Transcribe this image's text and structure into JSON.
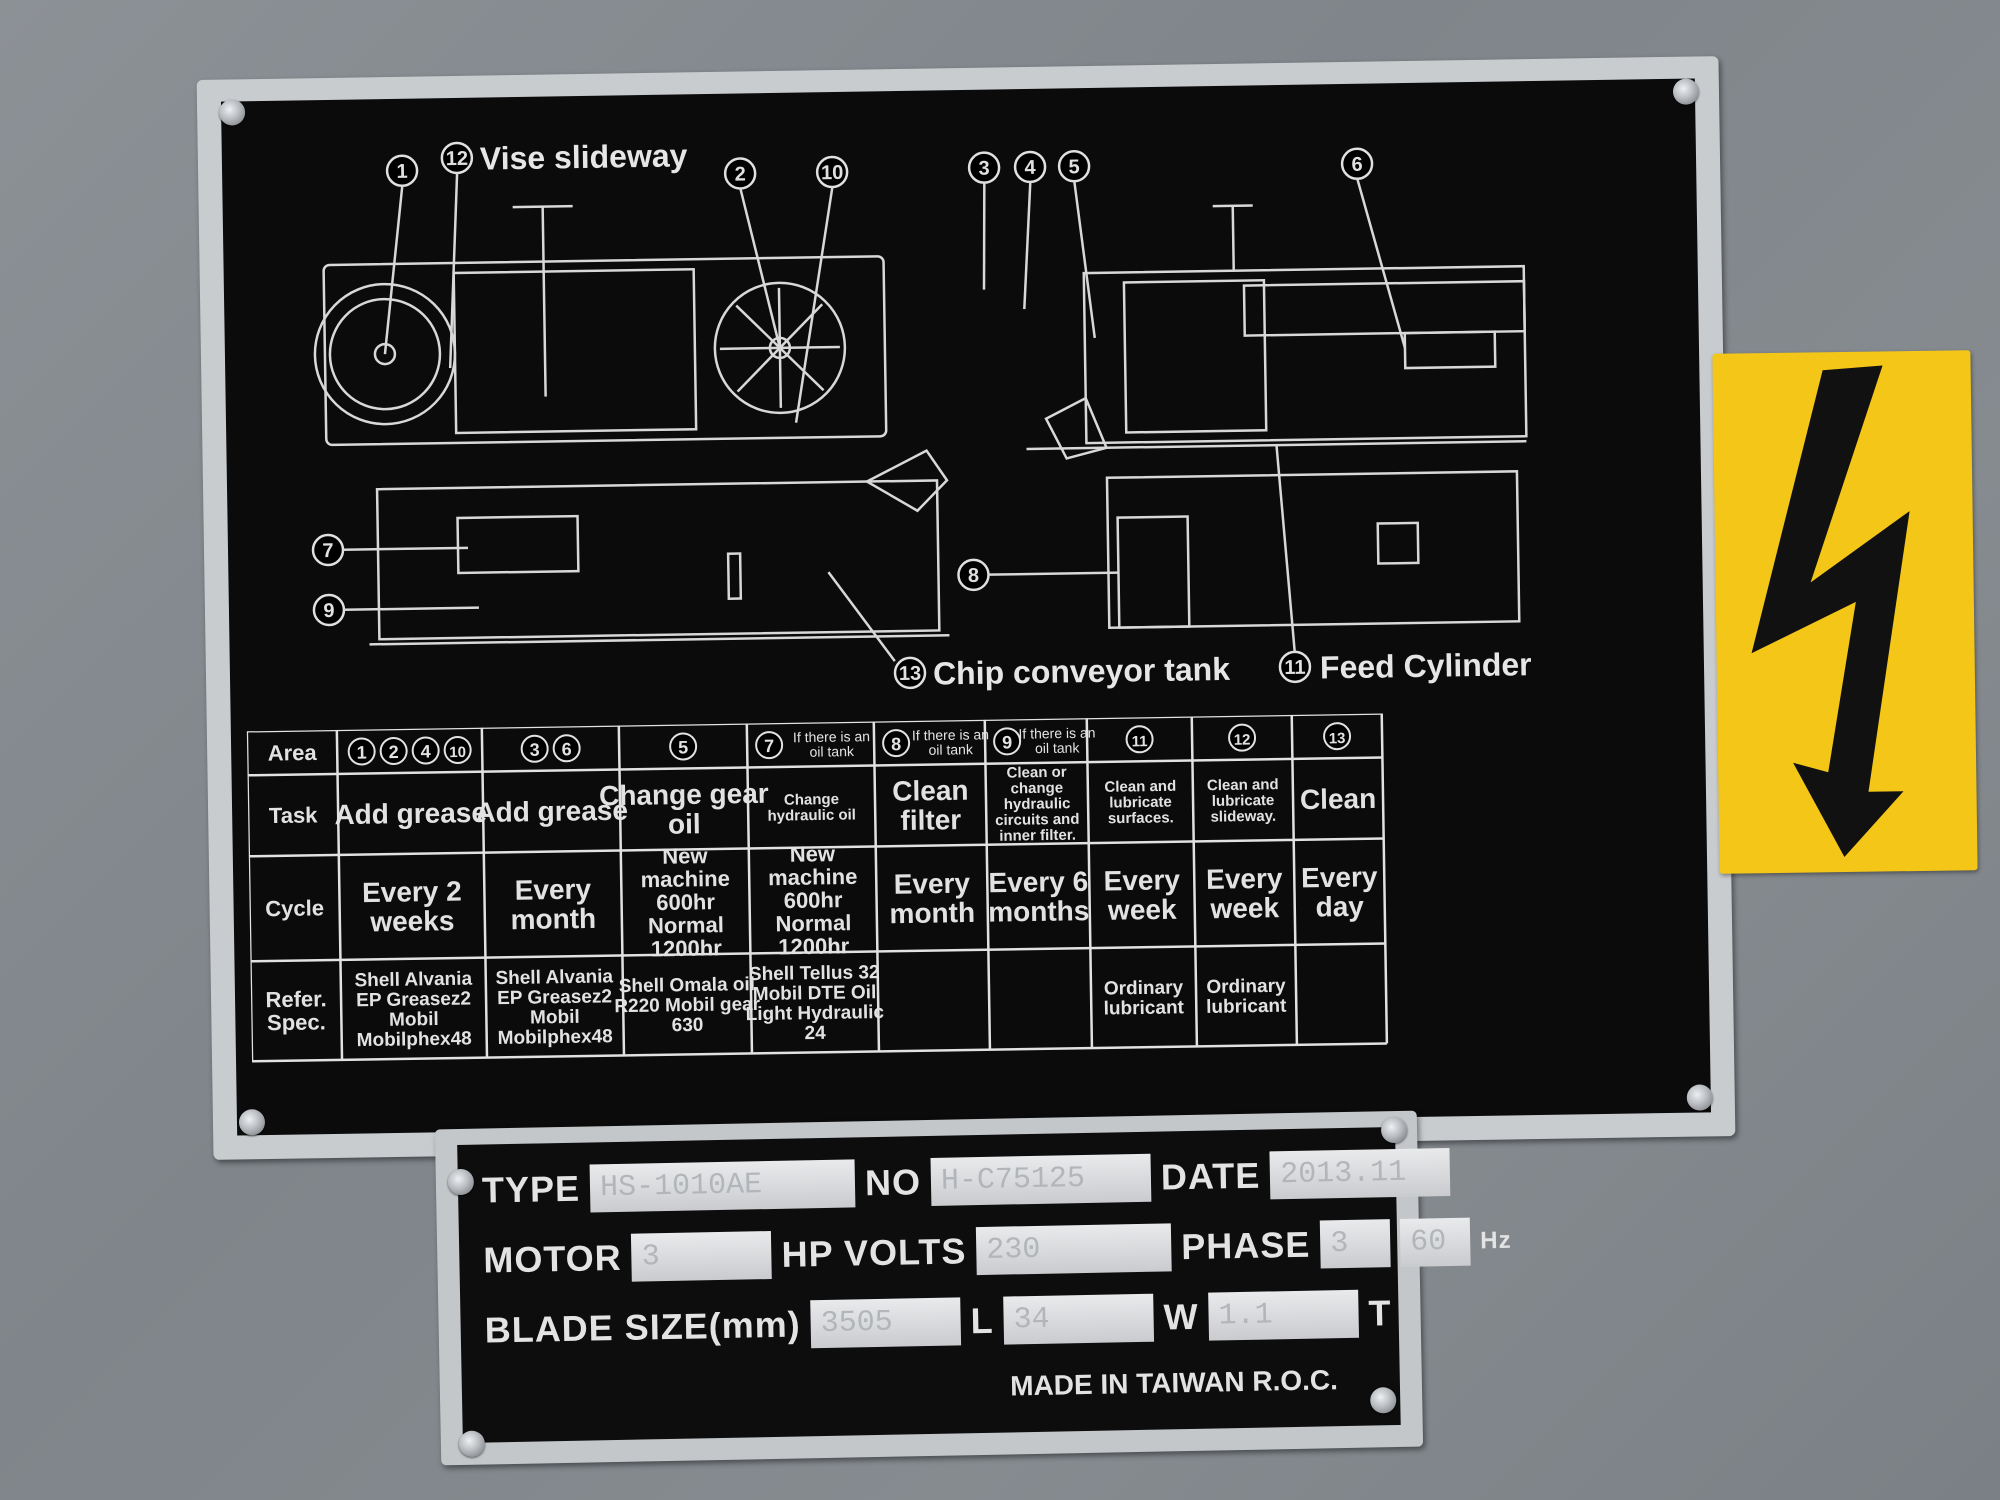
{
  "colors": {
    "plate": "#0b0b0c",
    "print": "#e6e6e6",
    "wall": "#858a8f",
    "warning": "#f3c618"
  },
  "diagram": {
    "vise_slideway": "Vise slideway",
    "chip_conveyor": "Chip conveyor tank",
    "feed_cylinder": "Feed Cylinder",
    "callouts": [
      "1",
      "12",
      "2",
      "10",
      "3",
      "4",
      "5",
      "6",
      "7",
      "9",
      "8",
      "13",
      "11"
    ]
  },
  "table": {
    "row_headers": [
      "Area",
      "Task",
      "Cycle",
      "Refer. Spec."
    ],
    "columns": [
      {
        "area": [
          "1",
          "2",
          "4",
          "10"
        ],
        "area_note": "",
        "task": "Add grease",
        "cycle": "Every 2 weeks",
        "spec": "Shell Alvania EP Greasez2 Mobil Mobilphex48"
      },
      {
        "area": [
          "3",
          "6"
        ],
        "area_note": "",
        "task": "Add grease",
        "cycle": "Every month",
        "spec": "Shell Alvania EP Greasez2 Mobil Mobilphex48"
      },
      {
        "area": [
          "5"
        ],
        "area_note": "",
        "task": "Change gear oil",
        "cycle": "New machine 600hr Normal 1200hr",
        "spec": "Shell Omala oil R220 Mobil gear 630"
      },
      {
        "area": [
          "7"
        ],
        "area_note": "If there is an oil tank",
        "task": "Change hydraulic oil",
        "cycle": "New machine 600hr Normal 1200hr",
        "spec": "Shell Tellus 32 Mobil DTE Oil Light Hydraulic 24"
      },
      {
        "area": [
          "8"
        ],
        "area_note": "If there is an oil tank",
        "task": "Clean filter",
        "cycle": "Every month",
        "spec": ""
      },
      {
        "area": [
          "9"
        ],
        "area_note": "If there is an oil tank",
        "task": "Clean or change hydraulic circuits and inner filter.",
        "cycle": "Every 6 months",
        "spec": ""
      },
      {
        "area": [
          "11"
        ],
        "area_note": "",
        "task": "Clean and lubricate surfaces.",
        "cycle": "Every week",
        "spec": "Ordinary lubricant"
      },
      {
        "area": [
          "12"
        ],
        "area_note": "",
        "task": "Clean and lubricate slideway.",
        "cycle": "Every week",
        "spec": "Ordinary lubricant"
      },
      {
        "area": [
          "13"
        ],
        "area_note": "",
        "task": "Clean",
        "cycle": "Every day",
        "spec": ""
      }
    ]
  },
  "nameplate": {
    "type_label": "TYPE",
    "type_value": "HS-1010AE",
    "no_label": "NO",
    "no_value": "H-C75125",
    "date_label": "DATE",
    "date_value": "2013.11",
    "motor_label": "MOTOR",
    "motor_value": "3",
    "hp_volts_label": "HP VOLTS",
    "volts_value": "230",
    "phase_label": "PHASE",
    "phase_value": "3",
    "hz_value": "60",
    "hz_label": "Hz",
    "blade_label": "BLADE SIZE(mm)",
    "blade_value": "3505",
    "l_label": "L",
    "l_value": "34",
    "w_label": "W",
    "w_value": "1.1",
    "t_label": "T",
    "made_in": "MADE IN TAIWAN R.O.C."
  },
  "warning_icon": "lightning-bolt-icon"
}
